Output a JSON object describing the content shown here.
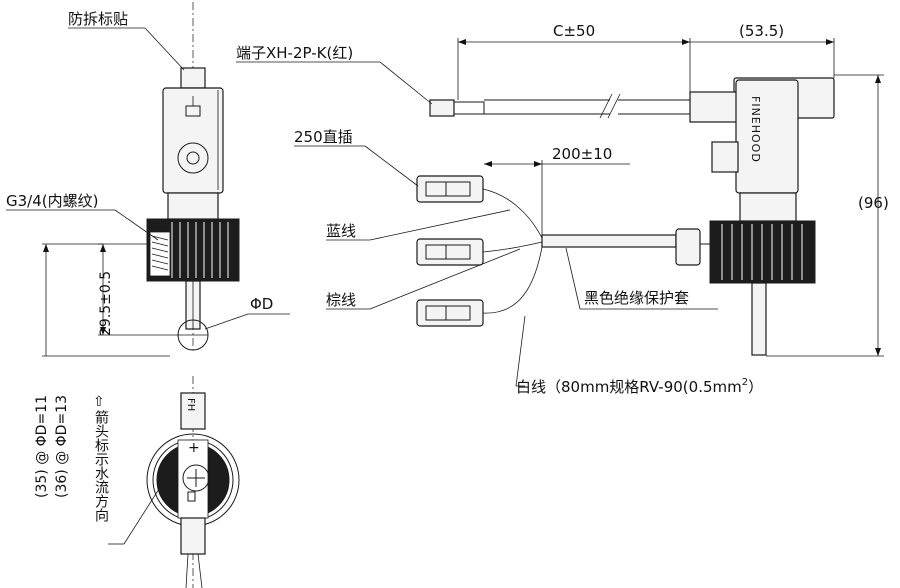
{
  "labels": {
    "anti_removal_label": "防拆标贴",
    "terminal": "端子XH-2P-K(红)",
    "tab_250": "250直插",
    "thread": "G3/4(内螺纹)",
    "blue_wire": "蓝线",
    "brown_wire": "棕线",
    "sheath": "黑色绝缘保护套",
    "white_wire_prefix": "白线（80mm规格RV-90(0.5mm",
    "white_wire_sup": "2",
    "white_wire_suffix": "）",
    "arrow_note": "箭头标示水流方向",
    "arrow_symbol": "⇧"
  },
  "dimensions": {
    "cable_length": "C±50",
    "head_width": "(53.5)",
    "wire_length": "200±10",
    "height": "(96)",
    "probe_length": "29.5±0.5",
    "probe_dia": "ΦD",
    "dia_11": "(35) @ ΦD=11",
    "dia_13": "(36) @ ΦD=13"
  },
  "brand": "FINEHOOD",
  "bottom_marks": {
    "top_text": "FH",
    "plus": "+"
  }
}
